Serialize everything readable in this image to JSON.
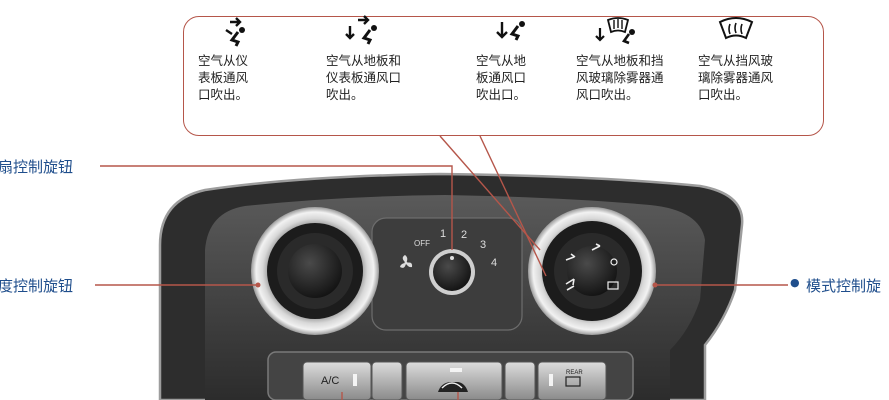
{
  "modes": [
    {
      "icon": "face-vent-icon",
      "text": "空气从仪\n表板通风\n口吹出。"
    },
    {
      "icon": "floor-face-vent-icon",
      "text": "空气从地板和\n仪表板通风口\n吹出。"
    },
    {
      "icon": "floor-vent-icon",
      "text": "空气从地\n板通风口\n吹出口。"
    },
    {
      "icon": "floor-defrost-icon",
      "text": "空气从地板和挡\n风玻璃除雾器通\n风口吹出。"
    },
    {
      "icon": "windshield-defrost-icon",
      "text": "空气从挡风玻\n璃除雾器通风\n口吹出。"
    }
  ],
  "labels": {
    "fan_knob": "扇控制旋钮",
    "temp_knob": "度控制旋钮",
    "mode_knob": "模式控制旋",
    "mode_bullet": "●"
  },
  "fan_scale": {
    "off": "OFF",
    "s1": "1",
    "s2": "2",
    "s3": "3",
    "s4": "4"
  },
  "buttons": {
    "ac": "A/C",
    "rear": "REAR"
  },
  "colors": {
    "leader": "#b5564a",
    "label": "#1f4e8c",
    "panel": "#3a3a3a"
  }
}
